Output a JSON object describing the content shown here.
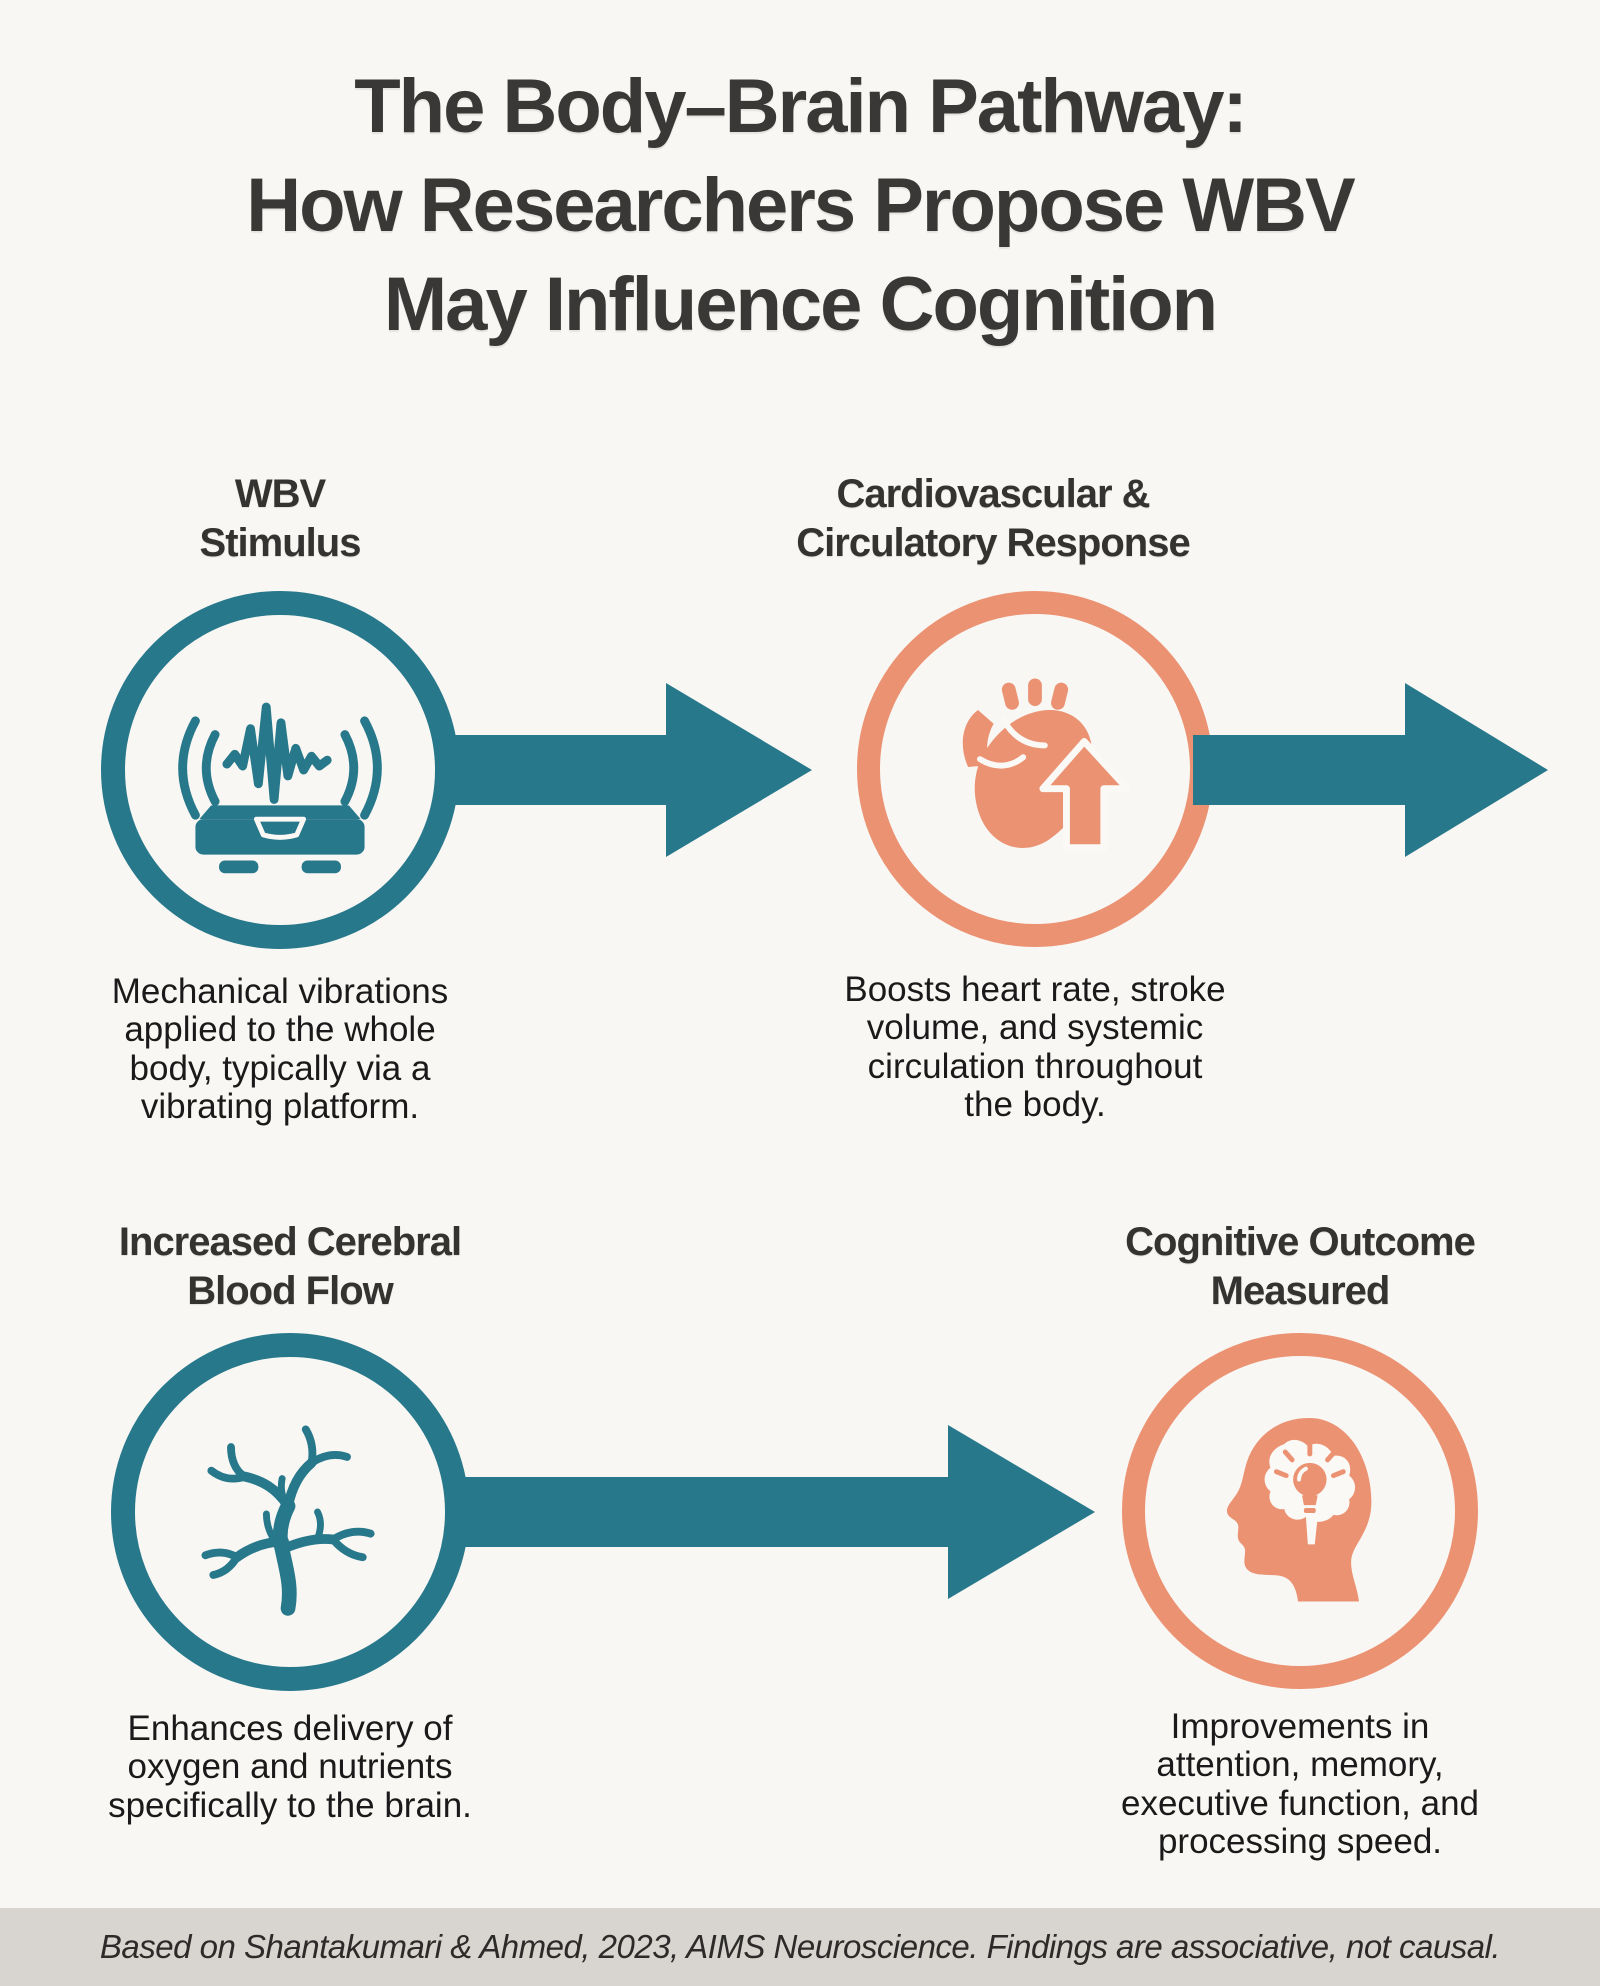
{
  "title": "The Body–Brain Pathway:\nHow Researchers Propose WBV\nMay Influence Cognition",
  "colors": {
    "teal": "#27788b",
    "orange": "#eb9273",
    "background": "#f9f7f3",
    "footer_background": "#d8d5d0",
    "heading_text": "#353331",
    "body_text": "#1a1a1a"
  },
  "stages": [
    {
      "heading": "WBV\nStimulus",
      "icon": "vibration-platform-icon",
      "accent": "teal",
      "description": "Mechanical vibrations\napplied to the whole\nbody, typically via a\nvibrating platform."
    },
    {
      "heading": "Cardiovascular &\nCirculatory Response",
      "icon": "heart-circulation-icon",
      "accent": "orange",
      "description": "Boosts heart rate, stroke\nvolume, and systemic\ncirculation throughout\nthe body."
    },
    {
      "heading": "Increased Cerebral\nBlood Flow",
      "icon": "cerebral-vessels-icon",
      "accent": "teal",
      "description": "Enhances delivery of\noxygen and nutrients\nspecifically to the brain."
    },
    {
      "heading": "Cognitive Outcome\nMeasured",
      "icon": "head-lightbulb-icon",
      "accent": "orange",
      "description": "Improvements in\nattention, memory,\nexecutive function, and\nprocessing speed."
    }
  ],
  "footer": {
    "text": "Based on Shantakumari & Ahmed, 2023, AIMS Neuroscience. Findings are associative, not causal."
  }
}
